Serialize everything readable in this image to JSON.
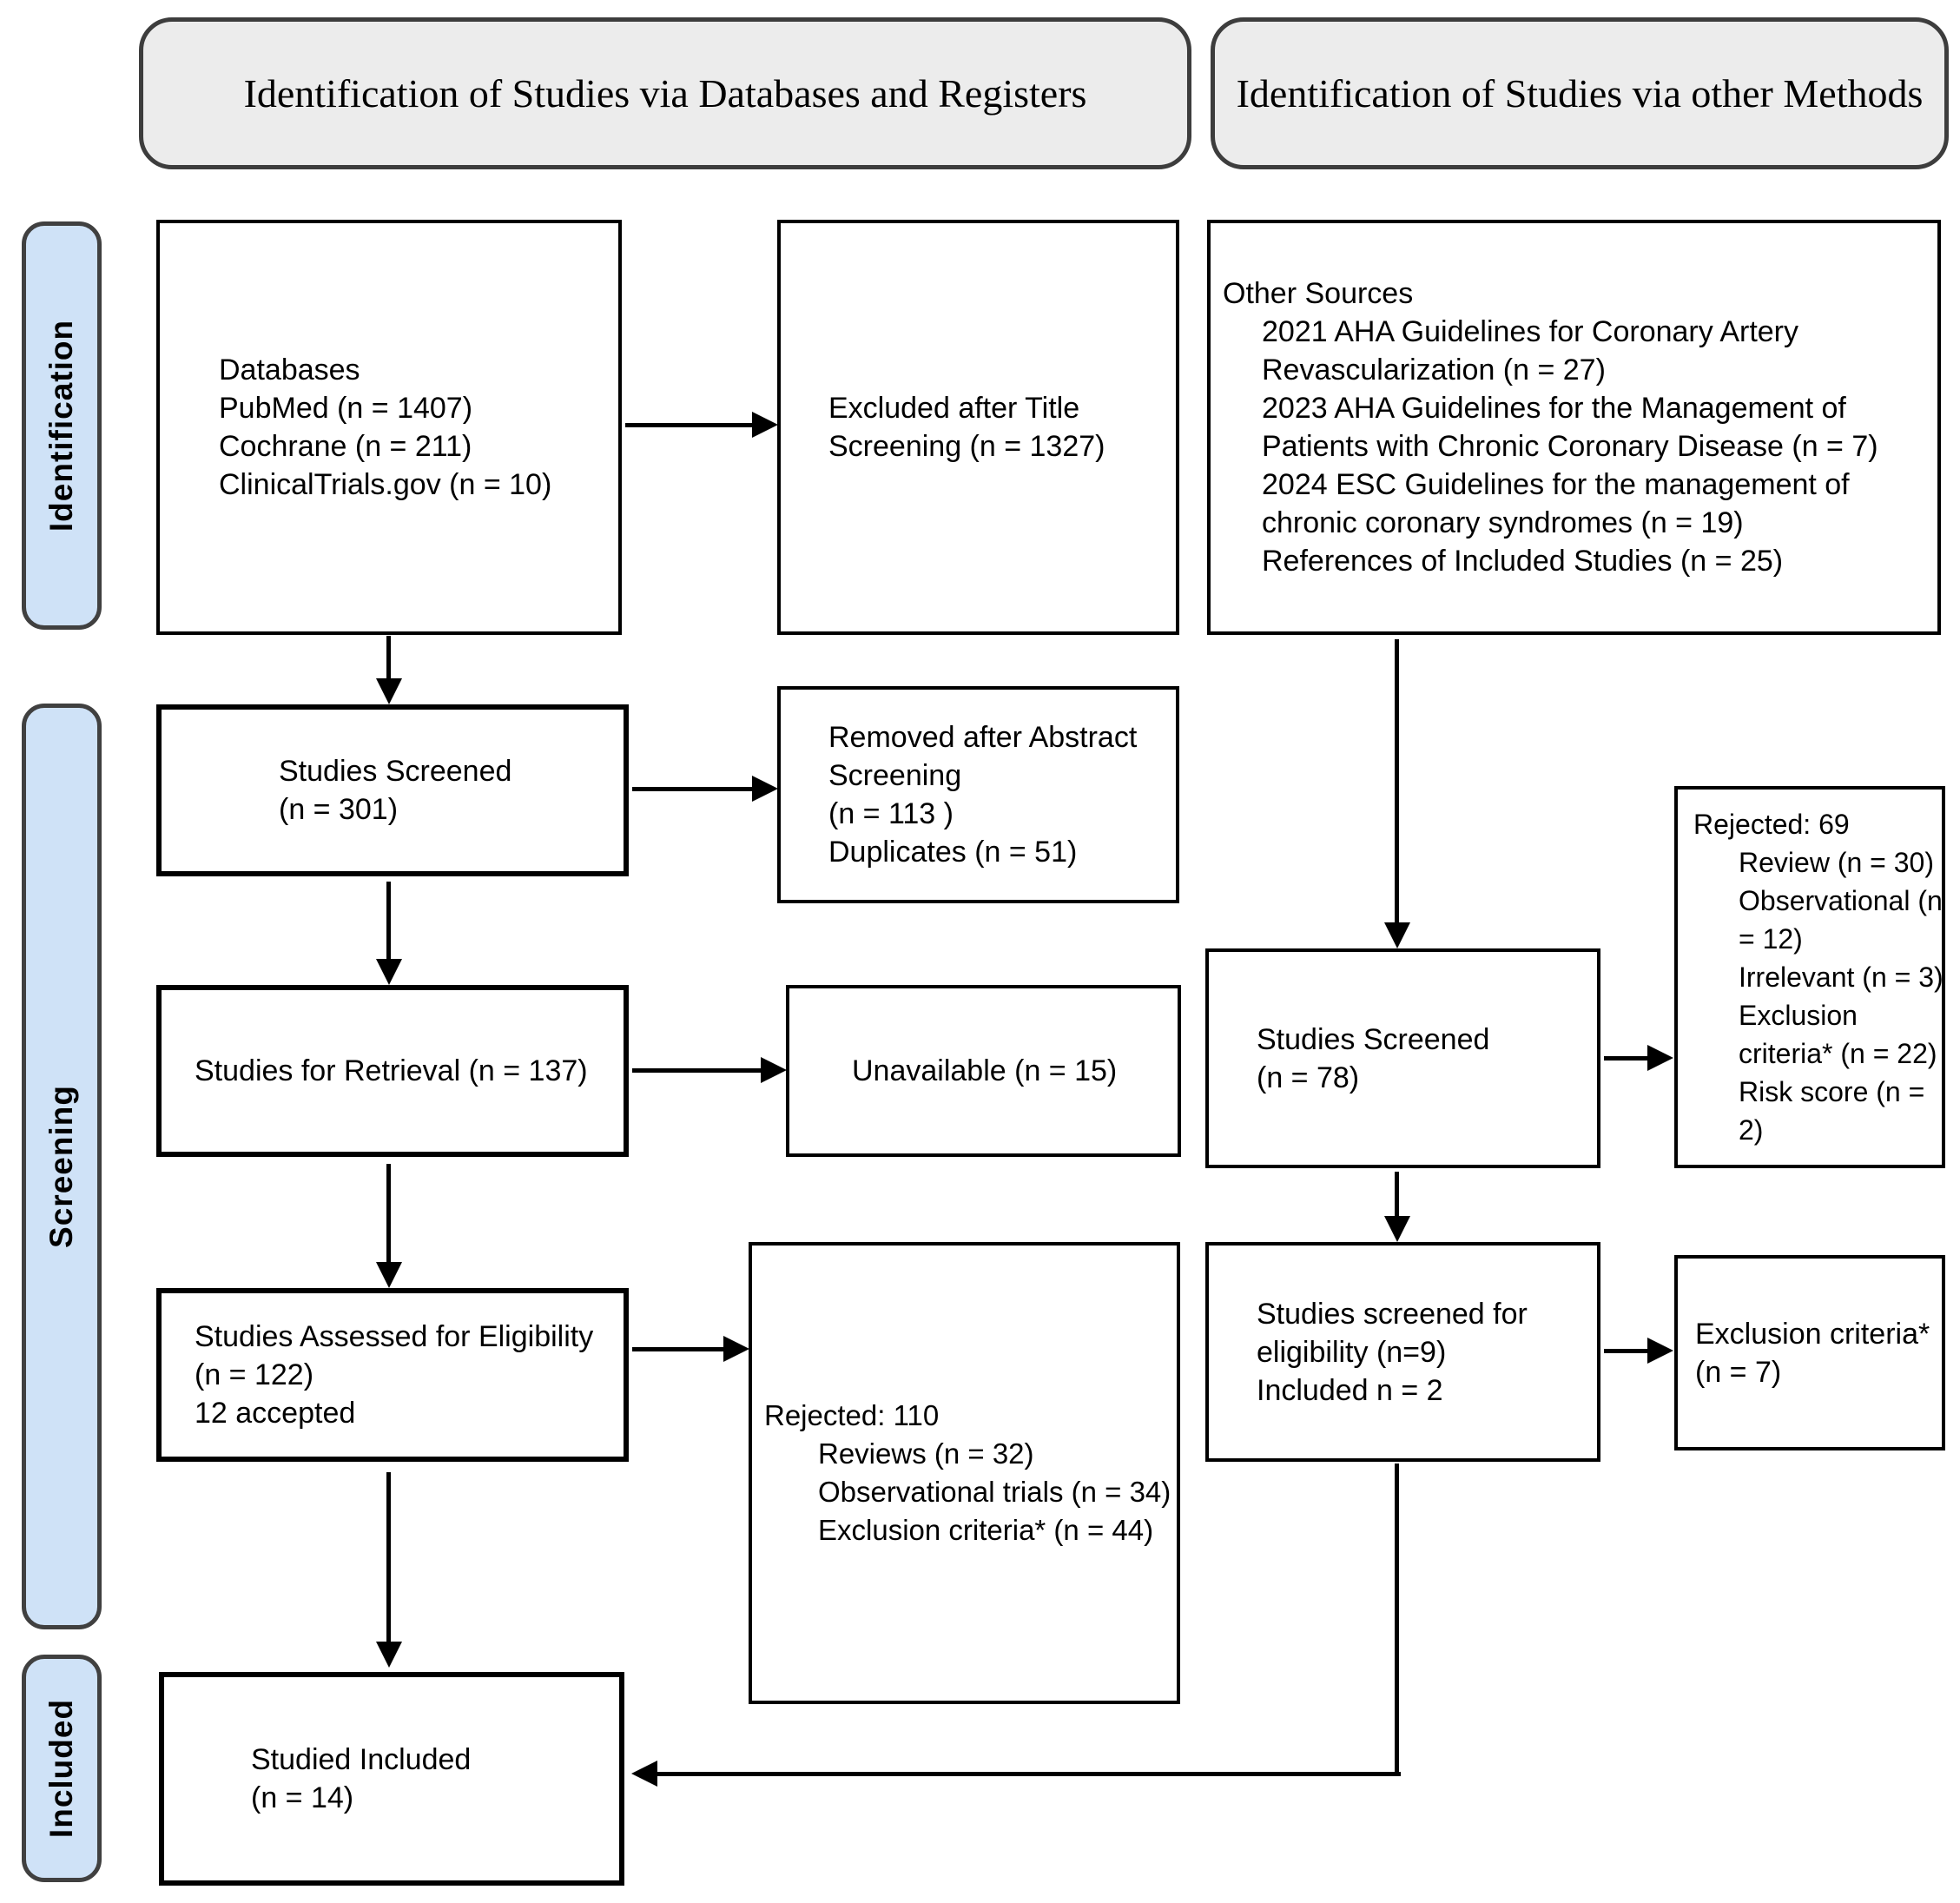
{
  "headers": {
    "left": "Identification of Studies via Databases and Registers",
    "right": "Identification of Studies via other Methods"
  },
  "sidebar": {
    "identification": "Identification",
    "screening": "Screening",
    "included": "Included"
  },
  "left_flow": {
    "databases": {
      "lines": [
        "Databases",
        "PubMed (n = 1407)",
        "Cochrane (n = 211)",
        "ClinicalTrials.gov (n = 10)"
      ]
    },
    "excluded_title": {
      "lines": [
        "Excluded after Title",
        "Screening (n = 1327)"
      ]
    },
    "studies_screened": {
      "lines": [
        "Studies Screened",
        "(n = 301)"
      ]
    },
    "removed_abstract": {
      "lines": [
        "Removed after Abstract",
        "Screening",
        "(n = 113 )",
        "Duplicates (n = 51)"
      ]
    },
    "retrieval": {
      "lines": [
        "Studies for Retrieval (n = 137)"
      ]
    },
    "unavailable": {
      "lines": [
        "Unavailable (n = 15)"
      ]
    },
    "assessed": {
      "lines": [
        "Studies Assessed for Eligibility",
        "(n = 122)",
        "12 accepted"
      ]
    },
    "rejected_110": {
      "lines": [
        "Rejected: 110",
        "Reviews (n = 32)",
        "Observational trials (n = 34)",
        "Exclusion criteria* (n = 44)"
      ]
    },
    "studied_included": {
      "lines": [
        "Studied Included",
        "(n = 14)"
      ]
    }
  },
  "right_flow": {
    "other_sources": {
      "lines": [
        "Other Sources",
        "2021 AHA Guidelines for Coronary Artery",
        "Revascularization (n = 27)",
        "2023 AHA Guidelines for the Management of",
        "Patients with Chronic Coronary Disease (n = 7)",
        "2024 ESC Guidelines for the management of",
        "chronic coronary syndromes (n = 19)",
        "References of Included Studies (n = 25)"
      ]
    },
    "screened_78": {
      "lines": [
        "Studies Screened",
        "(n = 78)"
      ]
    },
    "rejected_69": {
      "lines": [
        "Rejected: 69",
        "Review (n = 30)",
        "Observational (n",
        "= 12)",
        "Irrelevant (n = 3)",
        "Exclusion",
        "criteria* (n = 22)",
        "Risk score (n =",
        "2)"
      ]
    },
    "eligibility_9": {
      "lines": [
        "Studies screened for",
        "eligibility (n=9)",
        "Included n = 2"
      ]
    },
    "exclusion_7": {
      "lines": [
        "Exclusion criteria*",
        "(n = 7)"
      ]
    }
  },
  "colors": {
    "sidebar_fill": "#cfe2f7",
    "header_fill": "#ececec",
    "box_border": "#000000",
    "frame_border": "#3d3d3d",
    "text": "#000000"
  }
}
